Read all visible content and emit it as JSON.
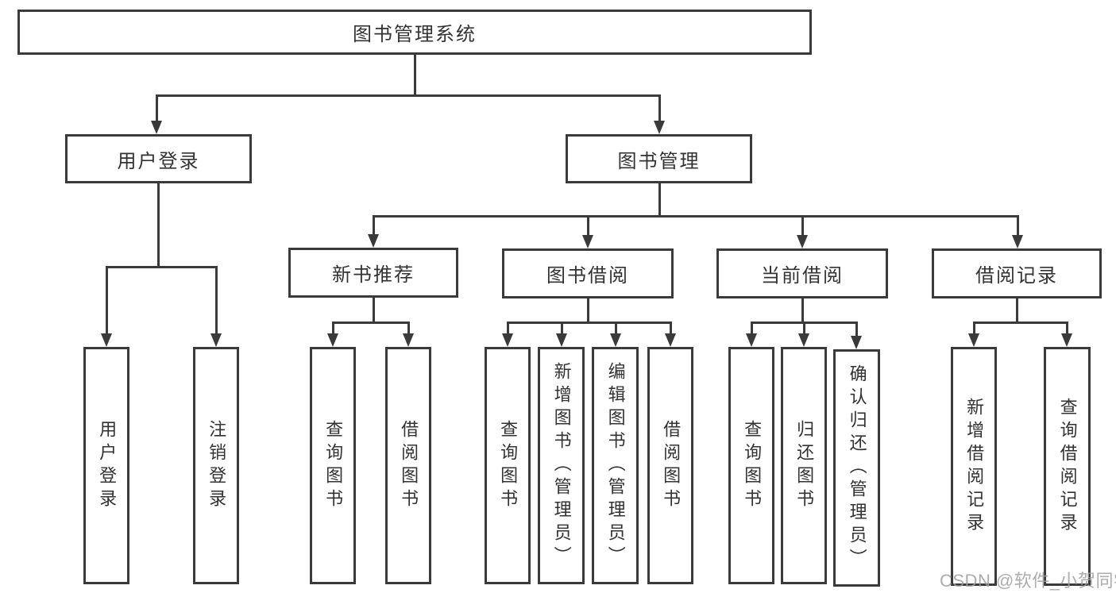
{
  "diagram": {
    "type": "hierarchy",
    "title": "图书管理系统"
  },
  "colors": {
    "line": "#3a3a3a",
    "text": "#323232",
    "background": "#ffffff",
    "watermark": "#9e9e9e"
  },
  "tree": {
    "label": "图书管理系统",
    "children": [
      {
        "label": "用户登录",
        "children": [
          {
            "label": "用户登录"
          },
          {
            "label": "注销登录"
          }
        ]
      },
      {
        "label": "图书管理",
        "children": [
          {
            "label": "新书推荐",
            "children": [
              {
                "label": "查询图书"
              },
              {
                "label": "借阅图书"
              }
            ]
          },
          {
            "label": "图书借阅",
            "children": [
              {
                "label": "查询图书"
              },
              {
                "label": "新增图书（管理员）"
              },
              {
                "label": "编辑图书（管理员）"
              },
              {
                "label": "借阅图书"
              }
            ]
          },
          {
            "label": "当前借阅",
            "children": [
              {
                "label": "查询图书"
              },
              {
                "label": "归还图书"
              },
              {
                "label": "确认归还（管理员）"
              }
            ]
          },
          {
            "label": "借阅记录",
            "children": [
              {
                "label": "新增借阅记录"
              },
              {
                "label": "查询借阅记录"
              }
            ]
          }
        ]
      }
    ]
  },
  "watermark": {
    "text": "CSDN @软件_小贺同学"
  }
}
